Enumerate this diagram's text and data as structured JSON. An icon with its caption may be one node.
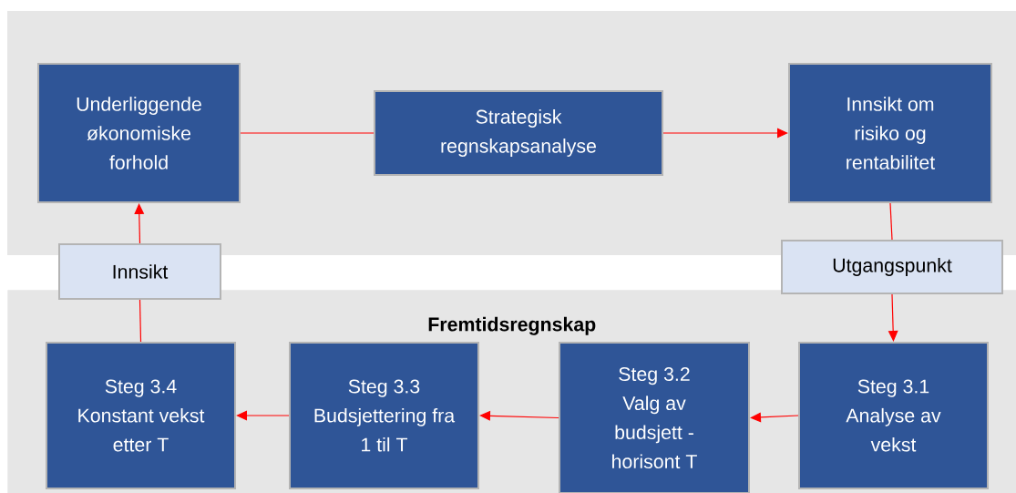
{
  "diagram": {
    "nodes": [
      {
        "text": [
          "Underliggende økonomiske forhold"
        ]
      },
      {
        "text": [
          "Strategisk regnskapsanalyse"
        ]
      },
      {
        "text": [
          "Innsikt om risiko og rentabilitet"
        ]
      },
      {
        "text": [
          "Innsikt"
        ]
      },
      {
        "text": [
          "Utgangspunkt"
        ]
      },
      {
        "text": [
          "Fremtidsregnskap"
        ]
      },
      {
        "text": [
          "Steg 3.4",
          "Konstant vekst etter T"
        ],
        "in": 5
      },
      {
        "text": [
          "Steg 3.3",
          "Budsjettering fra 1 til T"
        ],
        "in": 5
      },
      {
        "text": [
          "Steg 3.2",
          "Valg av budsjett - horisont T"
        ],
        "in": 5
      },
      {
        "text": [
          "Steg 3.1",
          "Analyse av vekst"
        ],
        "in": 5
      }
    ],
    "edges": [
      {
        "from": 0,
        "to": 1,
        "arrow": "none"
      },
      {
        "from": 1,
        "to": 2,
        "arrow": "to"
      },
      {
        "from": 2,
        "to": 4,
        "arrow": "none"
      },
      {
        "from": 4,
        "to": 9,
        "arrow": "to"
      },
      {
        "from": 9,
        "to": 8,
        "arrow": "to"
      },
      {
        "from": 8,
        "to": 7,
        "arrow": "to"
      },
      {
        "from": 7,
        "to": 6,
        "arrow": "to"
      },
      {
        "from": 6,
        "to": 3,
        "arrow": "none"
      },
      {
        "from": 3,
        "to": 0,
        "arrow": "to"
      }
    ]
  }
}
